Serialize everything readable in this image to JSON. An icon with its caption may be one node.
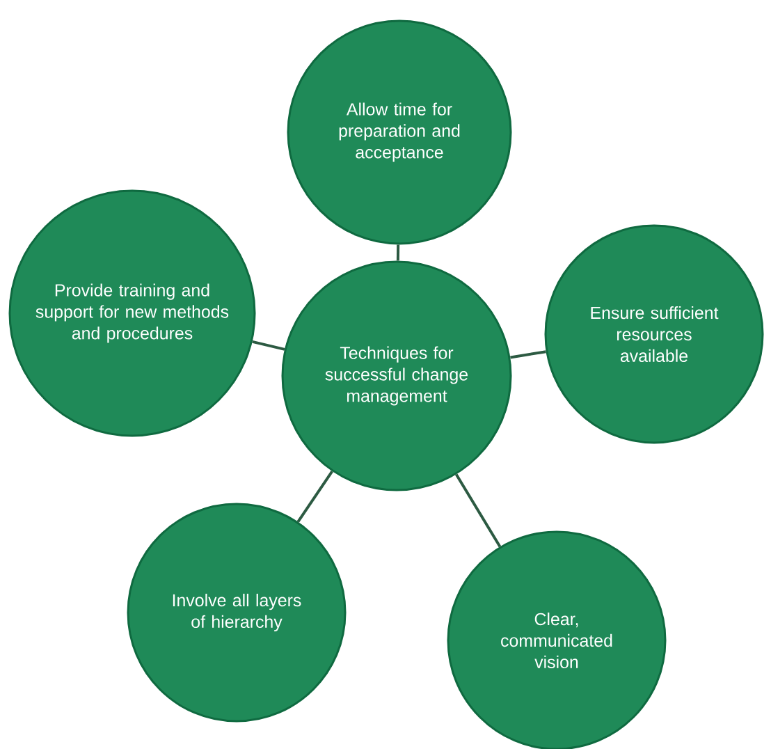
{
  "diagram": {
    "nodes": [
      {
        "text": [
          "Allow time for preparation and acceptance"
        ]
      },
      {
        "text": [
          "Provide training and support for new methods and procedures"
        ]
      },
      {
        "text": [
          "Ensure sufficient resources available"
        ]
      },
      {
        "text": [
          "Techniques for successful change management"
        ]
      },
      {
        "text": [
          "Involve all layers of hierarchy"
        ]
      },
      {
        "text": [
          "Clear, communicated vision"
        ]
      }
    ],
    "edges": [
      {
        "from": 3,
        "to": 0,
        "arrow": "none"
      },
      {
        "from": 3,
        "to": 1,
        "arrow": "none"
      },
      {
        "from": 3,
        "to": 2,
        "arrow": "none"
      },
      {
        "from": 3,
        "to": 4,
        "arrow": "none"
      },
      {
        "from": 3,
        "to": 5,
        "arrow": "none"
      }
    ]
  }
}
